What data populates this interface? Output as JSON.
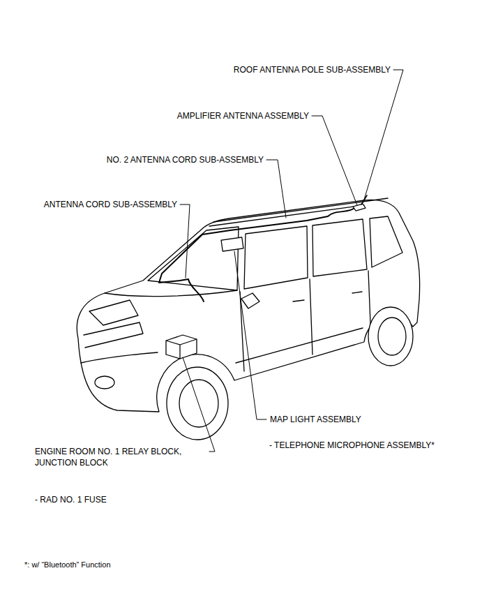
{
  "diagram": {
    "labels": [
      "ROOF ANTENNA POLE SUB-ASSEMBLY",
      "AMPLIFIER ANTENNA ASSEMBLY",
      "NO. 2 ANTENNA CORD SUB-ASSEMBLY",
      "ANTENNA CORD SUB-ASSEMBLY",
      "MAP LIGHT ASSEMBLY",
      "- TELEPHONE MICROPHONE ASSEMBLY*",
      "ENGINE ROOM NO. 1 RELAY BLOCK, JUNCTION BLOCK",
      "- RAD NO. 1 FUSE",
      "*: w/ “Bluetooth” Function"
    ]
  }
}
